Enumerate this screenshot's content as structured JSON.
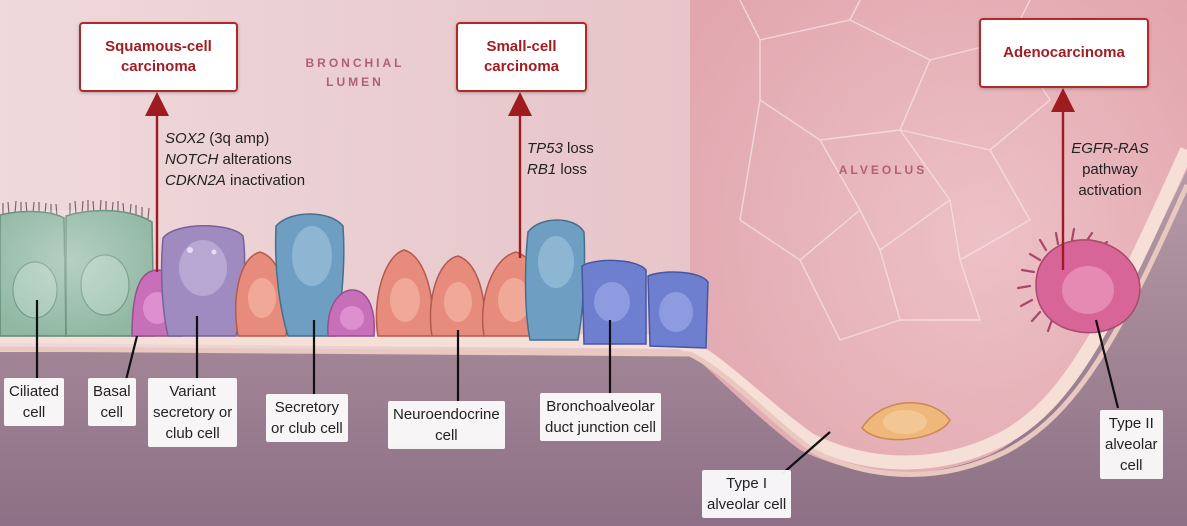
{
  "regions": {
    "bronchial_lumen": [
      "BRONCHIAL",
      "LUMEN"
    ],
    "alveolus": "ALVEOLUS"
  },
  "cancers": {
    "squamous": [
      "Squamous-cell",
      "carcinoma"
    ],
    "small_cell": [
      "Small-cell",
      "carcinoma"
    ],
    "adeno": "Adenocarcinoma"
  },
  "alterations": {
    "squamous": {
      "line1": {
        "gene": "SOX2",
        "text": " (3q amp)"
      },
      "line2": {
        "gene": "NOTCH",
        "text": " alterations"
      },
      "line3": {
        "gene": "CDKN2A",
        "text": " inactivation"
      }
    },
    "small_cell": {
      "line1": {
        "gene": "TP53",
        "text": " loss"
      },
      "line2": {
        "gene": "RB1",
        "text": " loss"
      }
    },
    "adeno": {
      "gene": "EGFR-RAS",
      "line2": "pathway",
      "line3": "activation"
    }
  },
  "cell_labels": {
    "ciliated": [
      "Ciliated",
      "cell"
    ],
    "basal": [
      "Basal",
      "cell"
    ],
    "variant": [
      "Variant",
      "secretory or",
      "club cell"
    ],
    "secretory": [
      "Secretory",
      "or club cell"
    ],
    "neuroendocrine": [
      "Neuroendocrine",
      "cell"
    ],
    "bronchoalveolar": [
      "Bronchoalveolar",
      "duct junction cell"
    ],
    "type1": [
      "Type I",
      "alveolar cell"
    ],
    "type2": [
      "Type II",
      "alveolar",
      "cell"
    ]
  },
  "colors": {
    "accent_red": "#a11d22",
    "arrow_red": "#9e1b1f",
    "lumen_pink": "#ead0d3",
    "alveolus_pink": "#e9a7b0",
    "membrane": "#f3dcd3",
    "ciliated_cell": "#8fb7a2",
    "basal_cell": "#c86fb9",
    "variant_cell": "#a08bc0",
    "secretory_cell": "#6e9fc3",
    "neuroendocrine_cell": "#e78b7c",
    "junction_cell": "#6f7fd0"
  }
}
